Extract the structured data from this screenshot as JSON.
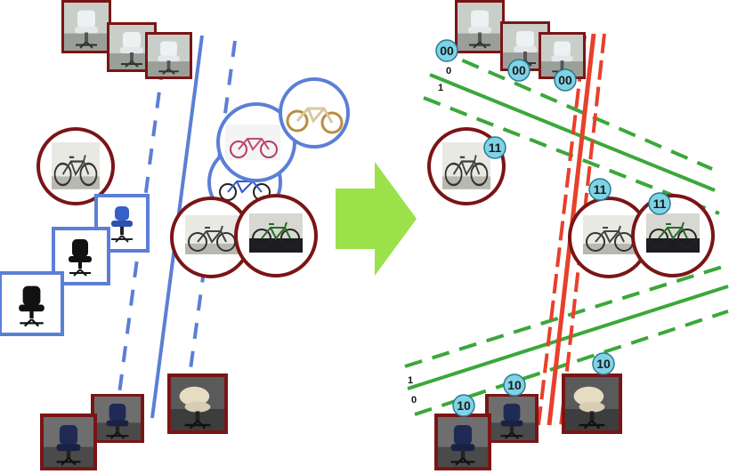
{
  "colors": {
    "accent_blue": "#5b7fd6",
    "dark_red": "#7a1515",
    "green": "#3aa83a",
    "red": "#e8402a",
    "arrow_green": "#9be14a",
    "badge_fill": "#7fd3e6"
  },
  "left_panel": {
    "red_items": [
      "chair-white-1",
      "chair-white-2",
      "chair-white-3",
      "bicycle-1",
      "bicycle-2",
      "bicycle-3",
      "chair-dark-1",
      "chair-dark-2",
      "chair-beige"
    ],
    "blue_items": [
      "chair-blue-1",
      "chair-black-2",
      "chair-black-3",
      "bicycle-pink",
      "bicycle-cream",
      "bicycle-blue"
    ]
  },
  "right_panel": {
    "badges": [
      "00",
      "00",
      "00",
      "11",
      "11",
      "11",
      "10",
      "10",
      "10"
    ],
    "top_bits": [
      "0",
      "1"
    ],
    "bottom_bits": [
      "1",
      "0"
    ]
  }
}
